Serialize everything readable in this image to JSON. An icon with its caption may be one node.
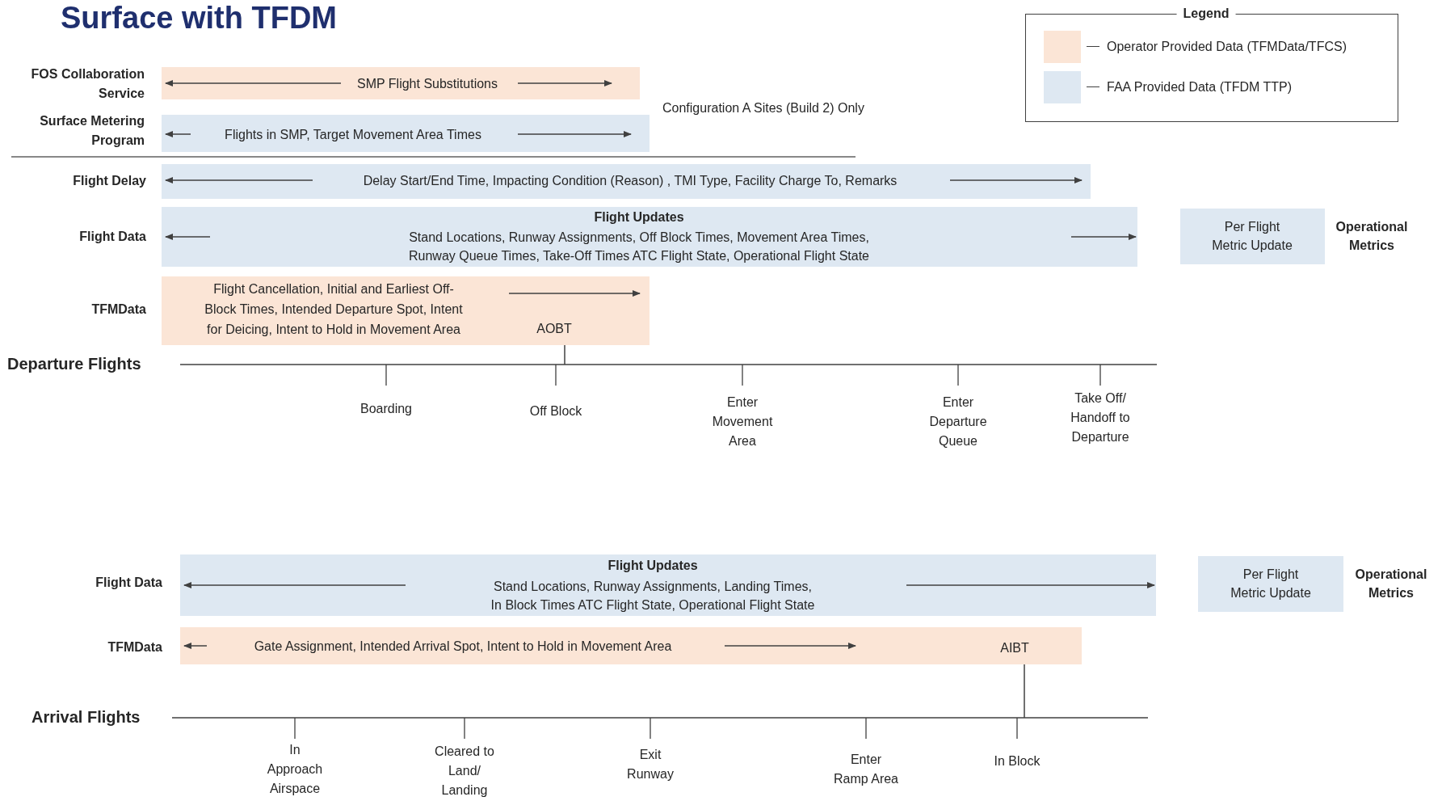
{
  "diagram": {
    "title": "Surface with TFDM",
    "nodes": [
      {
        "text": [
          "SMP Flight Substitutions"
        ]
      },
      {
        "text": [
          "Flights in SMP, Target Movement Area Times"
        ]
      },
      {
        "text": [
          "Delay Start/End Time, Impacting Condition (Reason) , TMI Type, Facility Charge To, Remarks"
        ]
      },
      {
        "text": [
          "Flight Updates",
          "Stand Locations, Runway Assignments, Off Block Times, Movement Area Times, Runway Queue Times, Take-Off Times ATC Flight State, Operational Flight State"
        ]
      },
      {
        "text": [
          "Per Flight Metric Update"
        ],
        "beside": [
          "Operational Metrics"
        ]
      },
      {
        "text": [
          "Flight Cancellation, Initial and Earliest Off-Block Times, Intended Departure Spot, Intent for Deicing, Intent to Hold in Movement Area",
          "AOBT"
        ]
      },
      {
        "text": [
          "Flight Updates",
          "Stand Locations, Runway Assignments, Landing Times, In Block Times ATC Flight State, Operational Flight State"
        ]
      },
      {
        "text": [
          "Per Flight Metric Update"
        ],
        "beside": [
          "Operational Metrics"
        ]
      },
      {
        "text": [
          "Gate Assignment, Intended Arrival Spot, Intent to Hold in Movement Area",
          "AIBT"
        ]
      }
    ],
    "edges": [
      {
        "from": 5,
        "to": null,
        "arrow": "none"
      },
      {
        "from": 8,
        "to": null,
        "arrow": "none"
      }
    ],
    "labels": [
      "FOS Collaboration Service",
      "Surface Metering Program",
      "Configuration A Sites (Build 2) Only",
      "Flight Delay",
      "Flight Data",
      "TFMData",
      "Departure Flights",
      "Boarding",
      "Off Block",
      "Enter Movement Area",
      "Enter Departure Queue",
      "Take Off/ Handoff to Departure",
      "Flight Data",
      "TFMData",
      "Arrival Flights",
      "In Approach Airspace",
      "Cleared to Land/ Landing",
      "Exit Runway",
      "Enter Ramp Area",
      "In Block",
      "Legend"
    ],
    "legend": [
      {
        "text": "Operator Provided Data (TFMData/TFCS)",
        "color": "#fbe5d6"
      },
      {
        "text": "FAA Provided Data (TFDM TTP)",
        "color": "#dee8f2"
      }
    ]
  }
}
